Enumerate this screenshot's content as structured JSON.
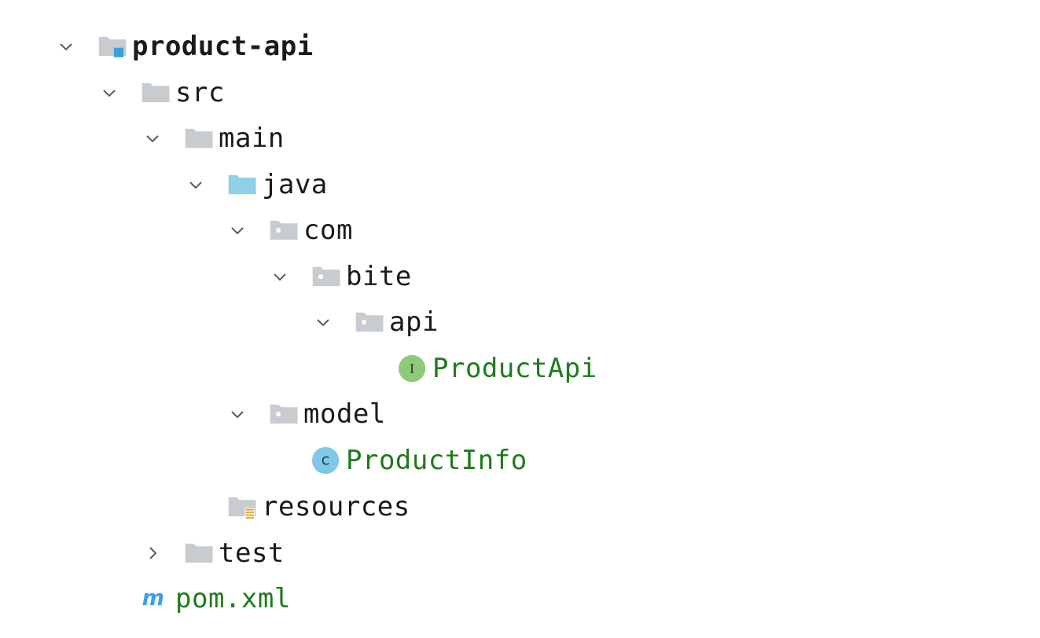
{
  "tree": {
    "items": [
      {
        "label": "product-api",
        "icon": "module-folder-icon",
        "expanded": "true"
      },
      {
        "label": "src",
        "icon": "folder-icon",
        "expanded": "true"
      },
      {
        "label": "main",
        "icon": "folder-icon",
        "expanded": "true"
      },
      {
        "label": "java",
        "icon": "source-root-folder-icon",
        "expanded": "true"
      },
      {
        "label": "com",
        "icon": "package-folder-icon",
        "expanded": "true"
      },
      {
        "label": "bite",
        "icon": "package-folder-icon",
        "expanded": "true"
      },
      {
        "label": "api",
        "icon": "package-folder-icon",
        "expanded": "true"
      },
      {
        "label": "ProductApi",
        "icon": "interface-icon",
        "badge": "I"
      },
      {
        "label": "model",
        "icon": "package-folder-icon",
        "expanded": "true"
      },
      {
        "label": "ProductInfo",
        "icon": "class-icon",
        "badge": "C"
      },
      {
        "label": "resources",
        "icon": "resources-folder-icon"
      },
      {
        "label": "test",
        "icon": "folder-icon",
        "expanded": "false"
      },
      {
        "label": "pom.xml",
        "icon": "maven-icon",
        "badge": "m"
      }
    ]
  },
  "colors": {
    "folder": "#c8cbcf",
    "source_root": "#8ecfea",
    "module_accent": "#3aa0d8",
    "interface_badge": "#8ccb7a",
    "class_badge": "#7ec8e8",
    "maven": "#3da0e6",
    "resources_accent": "#e8a53a",
    "green_text": "#1f7a1f",
    "chevron": "#555a60"
  }
}
